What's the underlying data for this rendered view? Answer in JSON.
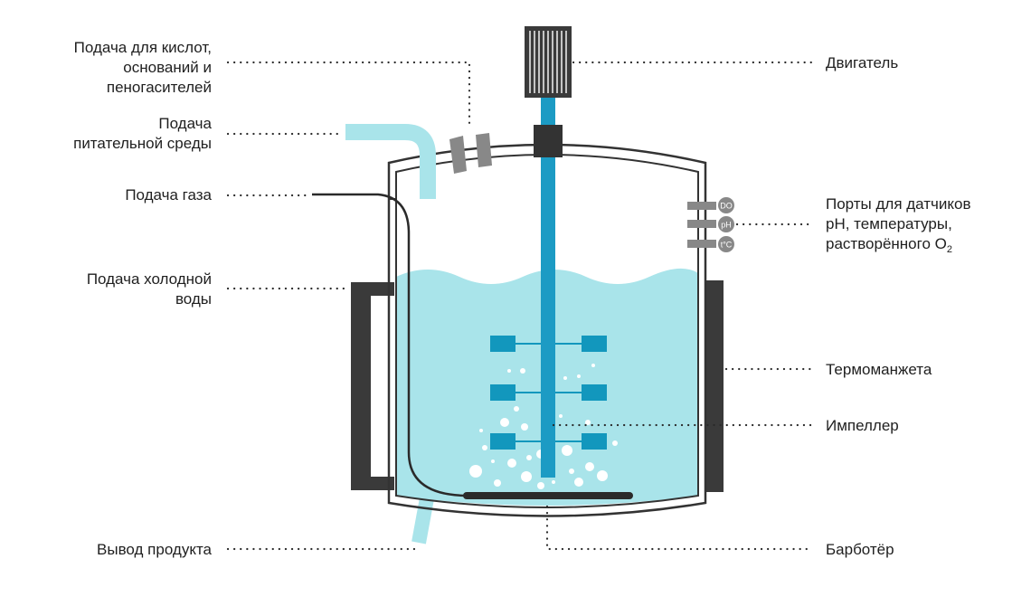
{
  "labels": {
    "acid": [
      "Подача для кислот,",
      "оснований и",
      "пеногасителей"
    ],
    "medium": [
      "Подача",
      "питательной среды"
    ],
    "gas": [
      "Подача газа"
    ],
    "cold_water": [
      "Подача  холодной",
      "воды"
    ],
    "product": [
      "Вывод продукта"
    ],
    "motor": [
      "Двигатель"
    ],
    "sensors": [
      "Порты для датчиков",
      "pH, температуры,",
      "растворённого O"
    ],
    "sensors_sub": "2",
    "jacket": [
      "Термоманжета"
    ],
    "impeller": [
      "Импеллер"
    ],
    "sparger": [
      "Барботёр"
    ]
  },
  "ports": {
    "do": "DO",
    "ph": "pH",
    "t": "t°C"
  },
  "colors": {
    "liquid": "#a9e4ea",
    "shaft": "#1c9bc4",
    "blade": "#1297bd",
    "dark": "#3a3a3a",
    "grey": "#888888",
    "line": "#2a2a2a"
  }
}
